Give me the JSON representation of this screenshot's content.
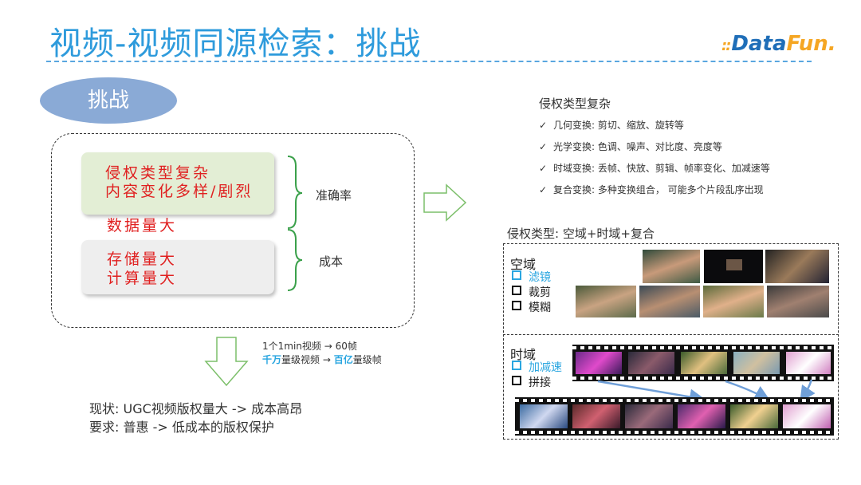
{
  "slide": {
    "title": "视频-视频同源检索：挑战",
    "logo": {
      "dots": "::",
      "main": "Data",
      "suffix": "Fun."
    }
  },
  "left": {
    "badge": "挑战",
    "green_box": [
      "侵权类型复杂",
      "内容变化多样/剧烈"
    ],
    "middle_item": "数据量大",
    "grey_box": [
      "存储量大",
      "计算量大"
    ],
    "brace_top_label": "准确率",
    "brace_bottom_label": "成本",
    "note_line1": "1个1min视频 → 60帧",
    "note_line2": {
      "highlight1": "千万",
      "text1": "量级视频 → ",
      "highlight2": "百亿",
      "text2": "量级帧"
    },
    "status": "现状:  UGC视频版权量大 -> 成本高昂",
    "requirement": "要求:  普惠 -> 低成本的版权保护"
  },
  "right": {
    "heading": "侵权类型复杂",
    "checks": [
      {
        "tick": "✓",
        "text": "几何变换: 剪切、缩放、旋转等"
      },
      {
        "tick": "✓",
        "text": "光学变换: 色调、噪声、对比度、亮度等"
      },
      {
        "tick": "✓",
        "text": "时域变换: 丢帧、快放、剪辑、帧率变化、加减速等"
      },
      {
        "tick": "✓",
        "text": "复合变换:  多种变换组合，  可能多个片段乱序出现"
      }
    ],
    "types_label": "侵权类型:   空域+时域+复合",
    "spatial": {
      "title": "空域",
      "options": [
        "滤镜",
        "裁剪",
        "模糊"
      ]
    },
    "temporal": {
      "title": "时域",
      "options": [
        "加减速",
        "拼接"
      ]
    }
  },
  "colors": {
    "title_blue": "#2e9bdc",
    "accent_red": "#e02020",
    "brace_green": "#3aa04a",
    "highlight_blue": "#2aa6e0"
  }
}
